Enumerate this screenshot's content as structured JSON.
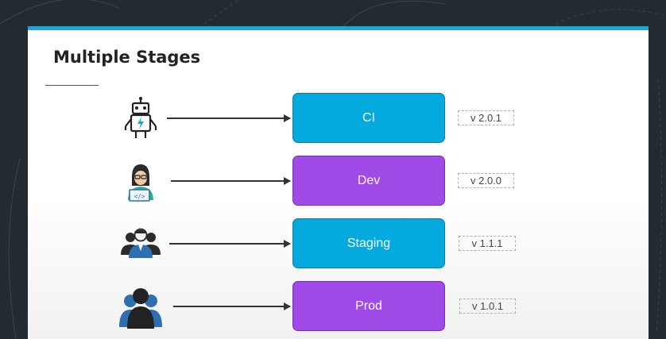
{
  "slide": {
    "title": "Multiple Stages"
  },
  "colors": {
    "accent": "#1aa7d8",
    "blue_stage": "#04a9dd",
    "purple_stage": "#a04ae8",
    "background": "#232a31"
  },
  "rows": [
    {
      "icon": "robot-icon",
      "stage": "CI",
      "version": "v 2.0.1"
    },
    {
      "icon": "developer-icon",
      "stage": "Dev",
      "version": "v 2.0.0"
    },
    {
      "icon": "team-icon",
      "stage": "Staging",
      "version": "v 1.1.1"
    },
    {
      "icon": "users-group-icon",
      "stage": "Prod",
      "version": "v 1.0.1"
    }
  ]
}
